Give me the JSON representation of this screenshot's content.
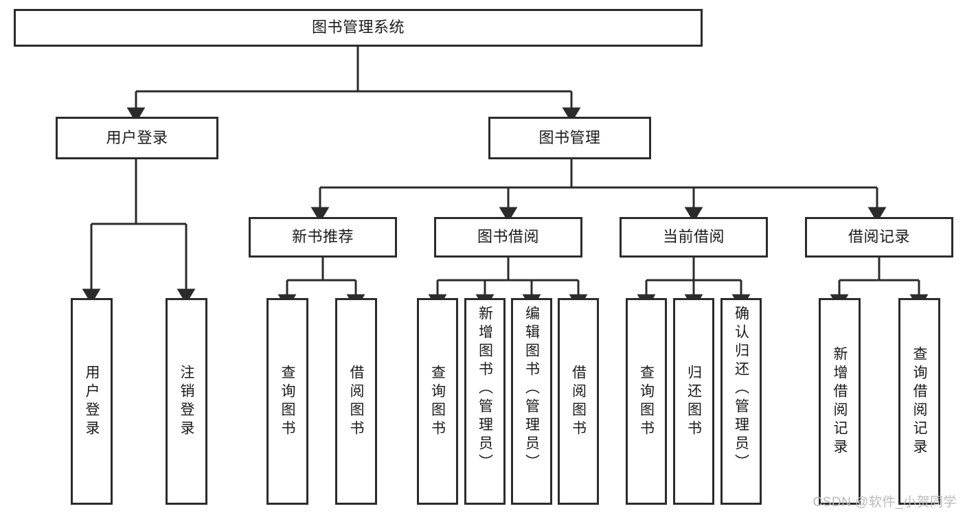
{
  "diagram": {
    "type": "tree-hierarchy-chart",
    "title": "图书管理系统",
    "root": {
      "id": "root",
      "label": "图书管理系统",
      "orientation": "horizontal"
    },
    "level2": [
      {
        "id": "user-login",
        "label": "用户登录",
        "orientation": "horizontal"
      },
      {
        "id": "book-manage",
        "label": "图书管理",
        "orientation": "horizontal"
      }
    ],
    "level3": [
      {
        "id": "new-book-rec",
        "label": "新书推荐",
        "orientation": "horizontal",
        "parent": "book-manage"
      },
      {
        "id": "book-borrow",
        "label": "图书借阅",
        "orientation": "horizontal",
        "parent": "book-manage"
      },
      {
        "id": "current-borrow",
        "label": "当前借阅",
        "orientation": "horizontal",
        "parent": "book-manage"
      },
      {
        "id": "borrow-record",
        "label": "借阅记录",
        "orientation": "horizontal",
        "parent": "book-manage"
      }
    ],
    "leaves": [
      {
        "id": "leaf-user-login",
        "label": "用户登录",
        "orientation": "vertical",
        "parent": "user-login"
      },
      {
        "id": "leaf-user-logout",
        "label": "注销登录",
        "orientation": "vertical",
        "parent": "user-login"
      },
      {
        "id": "leaf-query-book-1",
        "label": "查询图书",
        "orientation": "vertical",
        "parent": "new-book-rec"
      },
      {
        "id": "leaf-borrow-book-1",
        "label": "借阅图书",
        "orientation": "vertical",
        "parent": "new-book-rec"
      },
      {
        "id": "leaf-query-book-2",
        "label": "查询图书",
        "orientation": "vertical",
        "parent": "book-borrow"
      },
      {
        "id": "leaf-add-book",
        "label": "新增图书（管理员）",
        "orientation": "vertical",
        "parent": "book-borrow"
      },
      {
        "id": "leaf-edit-book",
        "label": "编辑图书（管理员）",
        "orientation": "vertical",
        "parent": "book-borrow"
      },
      {
        "id": "leaf-borrow-book-2",
        "label": "借阅图书",
        "orientation": "vertical",
        "parent": "book-borrow"
      },
      {
        "id": "leaf-query-book-3",
        "label": "查询图书",
        "orientation": "vertical",
        "parent": "current-borrow"
      },
      {
        "id": "leaf-return-book",
        "label": "归还图书",
        "orientation": "vertical",
        "parent": "current-borrow"
      },
      {
        "id": "leaf-confirm-return",
        "label": "确认归还（管理员）",
        "orientation": "vertical",
        "parent": "current-borrow"
      },
      {
        "id": "leaf-add-record",
        "label": "新增借阅记录",
        "orientation": "vertical",
        "parent": "borrow-record"
      },
      {
        "id": "leaf-query-record",
        "label": "查询借阅记录",
        "orientation": "vertical",
        "parent": "borrow-record"
      }
    ]
  },
  "watermark": {
    "text": "CSDN @软件_小贺同学"
  },
  "colors": {
    "stroke": "#2b2b2b",
    "fill": "#ffffff",
    "text": "#1a1a1a",
    "watermark": "#b9b9b9"
  }
}
